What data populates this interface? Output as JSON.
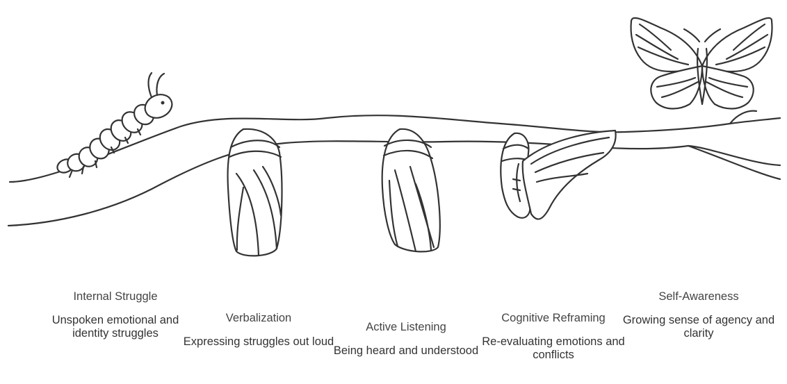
{
  "stages": [
    {
      "title": "Internal Struggle",
      "description": "Unspoken emotional and identity struggles"
    },
    {
      "title": "Verbalization",
      "description": "Expressing struggles out loud"
    },
    {
      "title": "Active Listening",
      "description": "Being heard and understood"
    },
    {
      "title": "Cognitive Reframing",
      "description": "Re-evaluating emotions and conflicts"
    },
    {
      "title": "Self-Awareness",
      "description": "Growing sense of agency and clarity"
    }
  ],
  "illustration": {
    "icons": [
      "branch-icon",
      "caterpillar-icon",
      "chrysalis-icon",
      "chrysalis-icon",
      "emerging-butterfly-icon",
      "butterfly-icon"
    ],
    "stroke_color": "#333333",
    "background_color": "#ffffff"
  }
}
